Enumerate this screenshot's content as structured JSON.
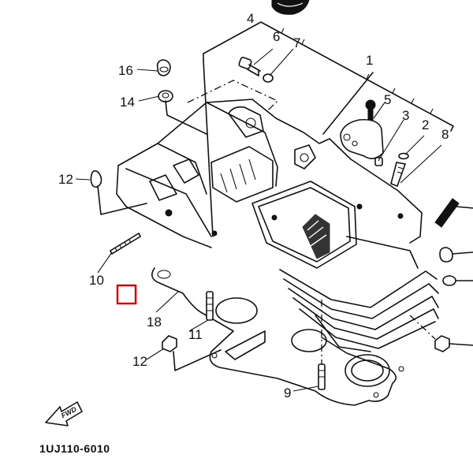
{
  "diagram": {
    "title": "Cylinder head exploded view",
    "part_code": "1UJ110-6010",
    "forward_arrow_label": "FWD",
    "selection_color": "#e00000",
    "line_color": "#111111",
    "callouts": [
      {
        "id": "1",
        "label": "1"
      },
      {
        "id": "2",
        "label": "2"
      },
      {
        "id": "3",
        "label": "3"
      },
      {
        "id": "4",
        "label": "4"
      },
      {
        "id": "5",
        "label": "5"
      },
      {
        "id": "6",
        "label": "6"
      },
      {
        "id": "7",
        "label": "7"
      },
      {
        "id": "8",
        "label": "8"
      },
      {
        "id": "9",
        "label": "9"
      },
      {
        "id": "10",
        "label": "10"
      },
      {
        "id": "11",
        "label": "11"
      },
      {
        "id": "12a",
        "label": "12"
      },
      {
        "id": "12b",
        "label": "12"
      },
      {
        "id": "14",
        "label": "14"
      },
      {
        "id": "16",
        "label": "16"
      },
      {
        "id": "18",
        "label": "18"
      }
    ]
  }
}
